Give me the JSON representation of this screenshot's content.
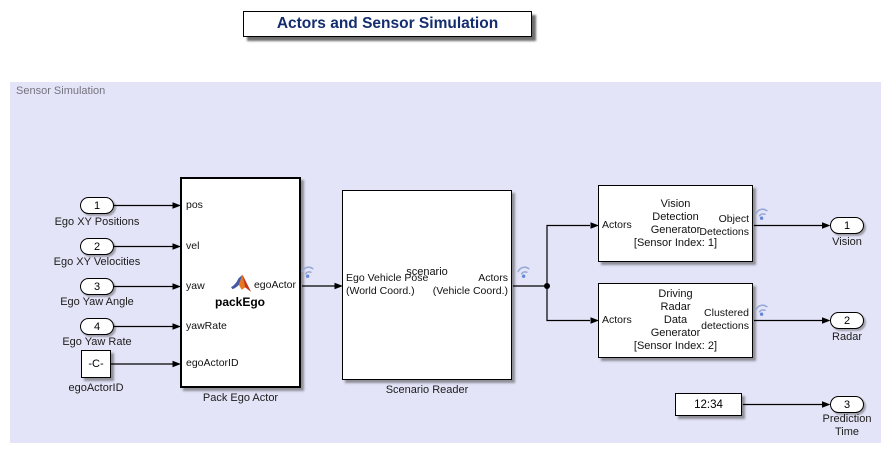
{
  "title": "Actors and Sensor Simulation",
  "region": {
    "label": "Sensor Simulation"
  },
  "inports": [
    {
      "num": "1",
      "label": "Ego XY Positions"
    },
    {
      "num": "2",
      "label": "Ego XY Velocities"
    },
    {
      "num": "3",
      "label": "Ego Yaw Angle"
    },
    {
      "num": "4",
      "label": "Ego Yaw Rate"
    }
  ],
  "constant": {
    "value": "-C-",
    "label": "egoActorID"
  },
  "pack_ego": {
    "name": "Pack Ego Actor",
    "fcn": "packEgo",
    "inputs": [
      "pos",
      "vel",
      "yaw",
      "yawRate",
      "egoActorID"
    ],
    "output": "egoActor"
  },
  "scenario_reader": {
    "name": "Scenario Reader",
    "center": "scenario",
    "input_line1": "Ego Vehicle Pose",
    "input_line2": "(World Coord.)",
    "output_line1": "Actors",
    "output_line2": "(Vehicle Coord.)"
  },
  "vision": {
    "input": "Actors",
    "center_lines": [
      "Vision",
      "Detection",
      "Generator",
      "[Sensor Index: 1]"
    ],
    "output_line1": "Object",
    "output_line2": "Detections"
  },
  "radar": {
    "input": "Actors",
    "center_lines": [
      "Driving",
      "Radar",
      "Data",
      "Generator",
      "[Sensor Index: 2]"
    ],
    "output_line1": "Clustered",
    "output_line2": "detections"
  },
  "clock": {
    "value": "12:34"
  },
  "outports": [
    {
      "num": "1",
      "label": "Vision"
    },
    {
      "num": "2",
      "label": "Radar"
    },
    {
      "num": "3",
      "label_line1": "Prediction",
      "label_line2": "Time"
    }
  ],
  "colors": {
    "region_bg": "#e4e4f8",
    "title_text": "#142d6e",
    "wireless_arc": "#98a9d6",
    "wireless_dot": "#6488d8",
    "matlab_orange": "#e87722",
    "matlab_red": "#c0351f",
    "matlab_blue": "#4559a5"
  }
}
